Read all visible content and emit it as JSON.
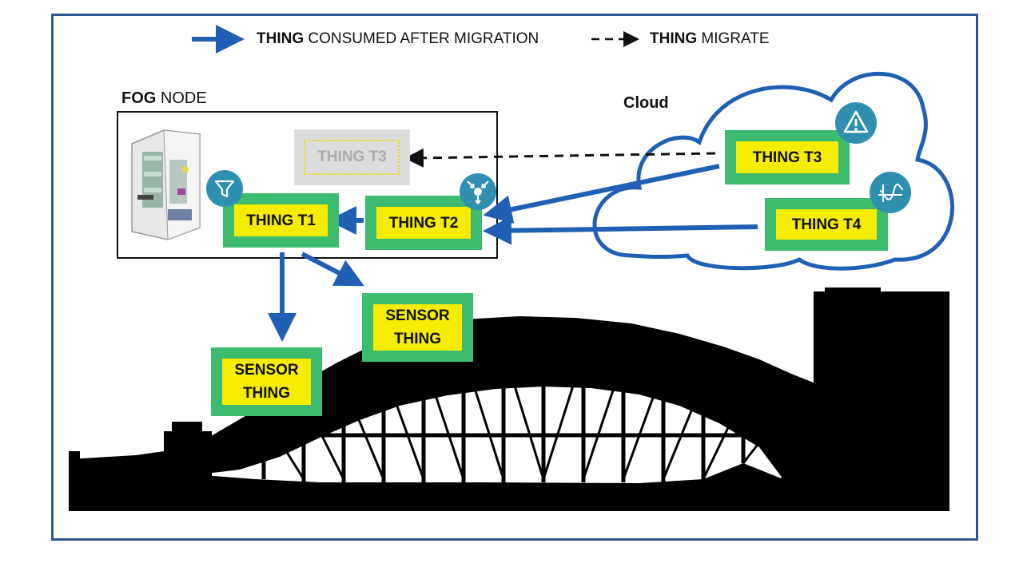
{
  "legend": {
    "consumed_bold": "THING",
    "consumed_rest": " CONSUMED AFTER MIGRATION",
    "migrate_bold": "THING",
    "migrate_rest": " MIGRATE"
  },
  "fog_node": {
    "title_bold": "FOG",
    "title_rest": " NODE"
  },
  "cloud": {
    "label": "Cloud"
  },
  "things": {
    "t1": "THING T1",
    "t2": "THING T2",
    "t3_ghost": "THING T3",
    "t3": "THING T3",
    "t4": "THING T4",
    "sensor1_line1": "SENSOR",
    "sensor1_line2": "THING",
    "sensor2_line1": "SENSOR",
    "sensor2_line2": "THING"
  },
  "icons": {
    "filter": "filter-icon",
    "merge": "merge-icon",
    "warning": "warning-icon",
    "signal": "signal-icon",
    "server": "server-icon"
  },
  "colors": {
    "frame": "#2f5597",
    "arrow_blue": "#1f5fb4",
    "thing_green": "#3dbb6f",
    "thing_yellow": "#f5ec00",
    "badge": "#2f8fb0"
  }
}
